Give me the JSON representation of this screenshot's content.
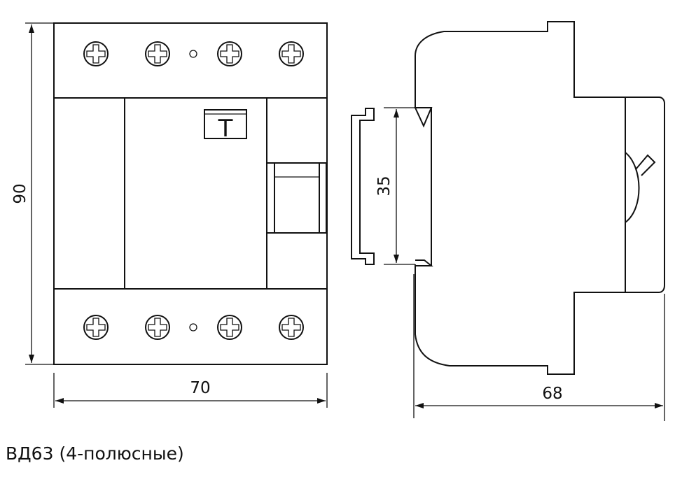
{
  "dimensions": {
    "height": "90",
    "width_front": "70",
    "rail": "35",
    "depth_side": "68"
  },
  "test_button_letter": "T",
  "caption": "ВД63 (4-полюсные)"
}
